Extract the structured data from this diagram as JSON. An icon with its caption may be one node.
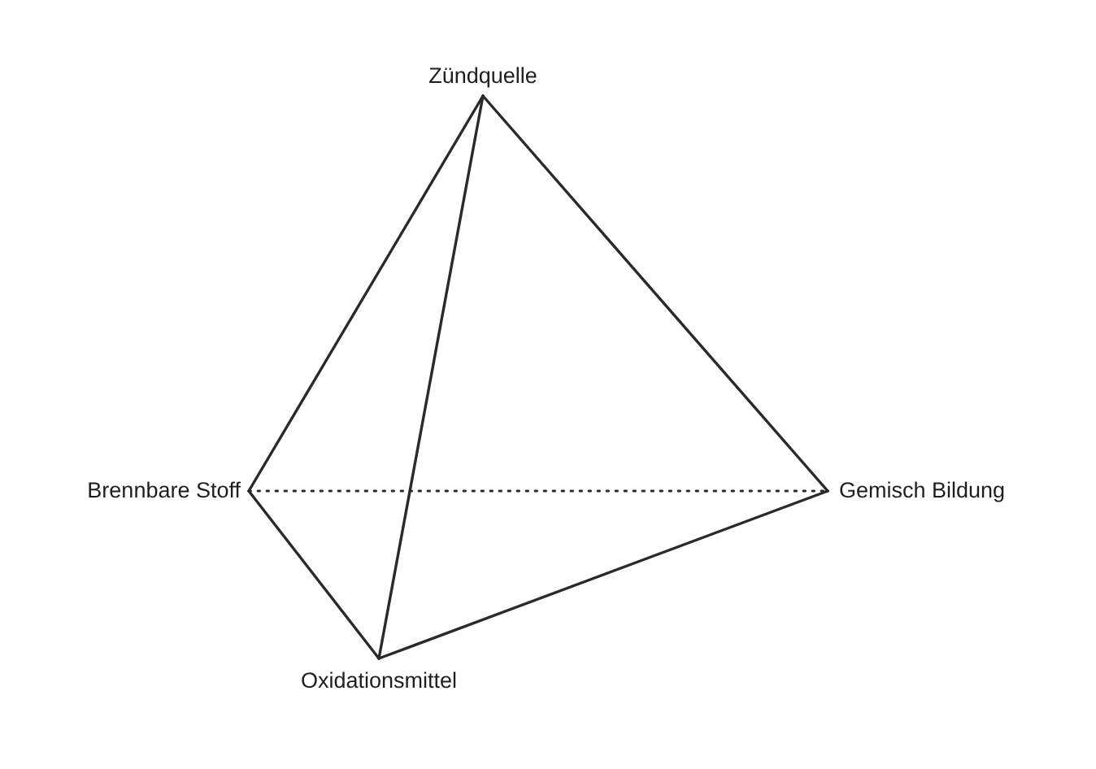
{
  "diagram": {
    "nodes": [
      {
        "text": [
          "Zündquelle"
        ]
      },
      {
        "text": [
          "Brennbare Stoff"
        ]
      },
      {
        "text": [
          "Oxidationsmittel"
        ]
      },
      {
        "text": [
          "Gemisch Bildung"
        ]
      }
    ],
    "edges": [
      {
        "from": 0,
        "to": 1,
        "arrow": "none"
      },
      {
        "from": 0,
        "to": 2,
        "arrow": "none"
      },
      {
        "from": 0,
        "to": 3,
        "arrow": "none"
      },
      {
        "from": 1,
        "to": 2,
        "arrow": "none"
      },
      {
        "from": 2,
        "to": 3,
        "arrow": "none"
      },
      {
        "from": 1,
        "to": 3,
        "arrow": "none",
        "style": "dashed"
      }
    ]
  }
}
